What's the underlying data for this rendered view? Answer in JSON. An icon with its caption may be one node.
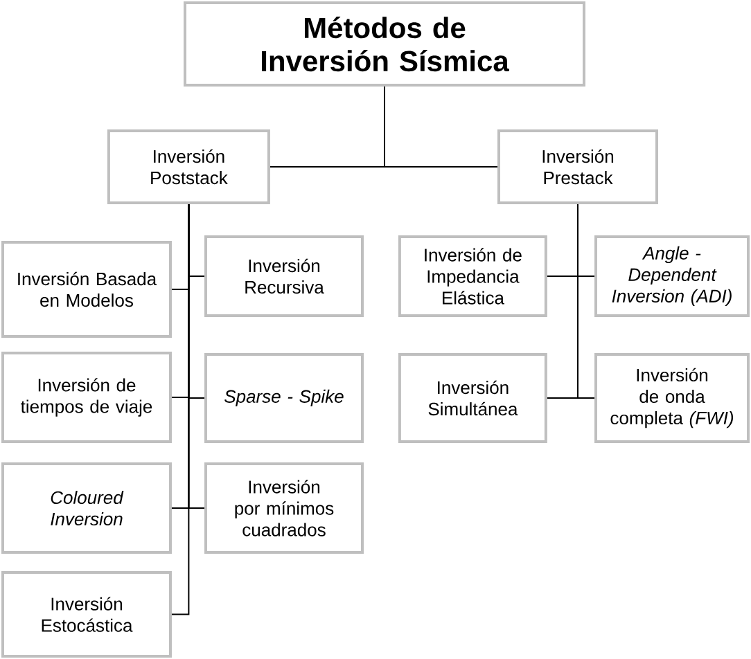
{
  "diagram": {
    "nodes": [
      {
        "text": [
          "Métodos de Inversión Sísmica"
        ]
      },
      {
        "text": [
          "Inversión Poststack"
        ]
      },
      {
        "text": [
          "Inversión Prestack"
        ]
      },
      {
        "text": [
          "Inversión Basada en Modelos"
        ]
      },
      {
        "text": [
          "Inversión Recursiva"
        ]
      },
      {
        "text": [
          "Inversión de tiempos de viaje"
        ]
      },
      {
        "text": [
          "Sparse - Spike"
        ]
      },
      {
        "text": [
          "Coloured Inversion"
        ]
      },
      {
        "text": [
          "Inversión por mínimos cuadrados"
        ]
      },
      {
        "text": [
          "Inversión Estocástica"
        ]
      },
      {
        "text": [
          "Inversión de Impedancia Elástica"
        ]
      },
      {
        "text": [
          "Angle - Dependent Inversion (ADI)"
        ]
      },
      {
        "text": [
          "Inversión Simultánea"
        ]
      },
      {
        "text": [
          "Inversión de onda completa *(FWI)*"
        ]
      }
    ],
    "edges": [
      {
        "from": 0,
        "to": 1,
        "arrow": "none"
      },
      {
        "from": 0,
        "to": 2,
        "arrow": "none"
      },
      {
        "from": 1,
        "to": 3,
        "arrow": "none"
      },
      {
        "from": 1,
        "to": 4,
        "arrow": "none"
      },
      {
        "from": 1,
        "to": 5,
        "arrow": "none"
      },
      {
        "from": 1,
        "to": 6,
        "arrow": "none"
      },
      {
        "from": 1,
        "to": 7,
        "arrow": "none"
      },
      {
        "from": 1,
        "to": 8,
        "arrow": "none"
      },
      {
        "from": 1,
        "to": 9,
        "arrow": "none"
      },
      {
        "from": 2,
        "to": 10,
        "arrow": "none"
      },
      {
        "from": 2,
        "to": 11,
        "arrow": "none"
      },
      {
        "from": 2,
        "to": 12,
        "arrow": "none"
      },
      {
        "from": 2,
        "to": 13,
        "arrow": "none"
      }
    ]
  }
}
